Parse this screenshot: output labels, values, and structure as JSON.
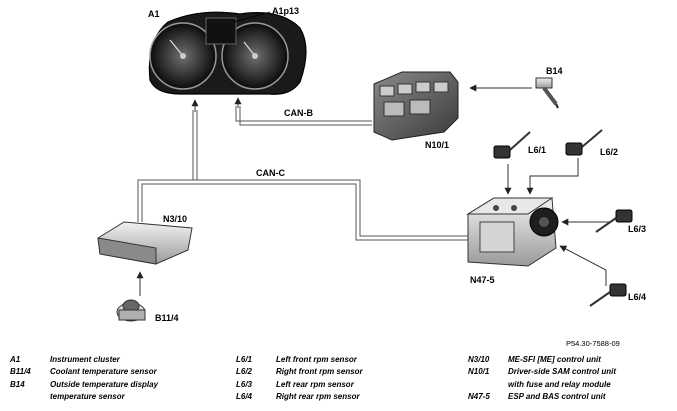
{
  "diagram": {
    "components": {
      "instrument_cluster": "A1",
      "display_unit": "A1p13",
      "sam_unit": "N10/1",
      "outside_temp_sensor": "B14",
      "me_sfi_unit": "N3/10",
      "coolant_sensor": "B11/4",
      "esp_unit": "N47-5",
      "rpm_lf": "L6/1",
      "rpm_rf": "L6/2",
      "rpm_lr": "L6/3",
      "rpm_rr": "L6/4"
    },
    "buses": {
      "can_b": "CAN-B",
      "can_c": "CAN-C"
    },
    "figure_code": "P54.30-7588-09"
  },
  "legend": {
    "col1": [
      {
        "key": "A1",
        "text": "Instrument cluster"
      },
      {
        "key": "B11/4",
        "text": "Coolant temperature sensor"
      },
      {
        "key": "B14",
        "text": "Outside temperature display"
      },
      {
        "key": "",
        "text": "temperature sensor"
      }
    ],
    "col2": [
      {
        "key": "L6/1",
        "text": "Left front rpm sensor"
      },
      {
        "key": "L6/2",
        "text": "Right front rpm sensor"
      },
      {
        "key": "L6/3",
        "text": "Left rear rpm sensor"
      },
      {
        "key": "L6/4",
        "text": "Right rear rpm sensor"
      }
    ],
    "col3": [
      {
        "key": "N3/10",
        "text": "ME-SFI [ME] control unit"
      },
      {
        "key": "N10/1",
        "text": "Driver-side SAM control unit"
      },
      {
        "key": "",
        "text": "with fuse and relay module"
      },
      {
        "key": "N47-5",
        "text": "ESP and BAS control unit"
      }
    ]
  }
}
